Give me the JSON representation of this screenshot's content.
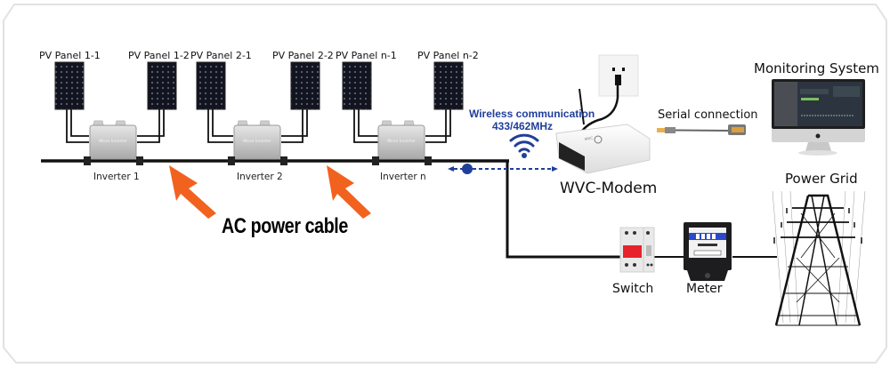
{
  "diagram": {
    "title": "Micro inverter PV system wiring diagram",
    "panels": [
      {
        "label": "PV Panel 1-1"
      },
      {
        "label": "PV Panel 1-2"
      },
      {
        "label": "PV Panel 2-1"
      },
      {
        "label": "PV Panel 2-2"
      },
      {
        "label": "PV Panel n-1"
      },
      {
        "label": "PV Panel n-2"
      }
    ],
    "inverters": [
      {
        "label": "Inverter 1",
        "device_text": "Micro Inverter"
      },
      {
        "label": "Inverter 2",
        "device_text": "Micro Inverter"
      },
      {
        "label": "Inverter n",
        "device_text": "Micro Inverter"
      }
    ],
    "ac_cable_label": "AC power cable",
    "wireless": {
      "line1": "Wireless communication",
      "line2": "433/462MHz"
    },
    "modem_label": "WVC-Modem",
    "serial_label": "Serial connection",
    "monitoring_label": "Monitoring System",
    "power_grid_label": "Power Grid",
    "switch_label": "Switch",
    "meter_label": "Meter",
    "colors": {
      "arrow": "#f2621f",
      "wireless": "#1f3f99",
      "cable": "#111111",
      "breaker_red": "#e8222a",
      "meter_blue": "#2a48c9"
    }
  }
}
